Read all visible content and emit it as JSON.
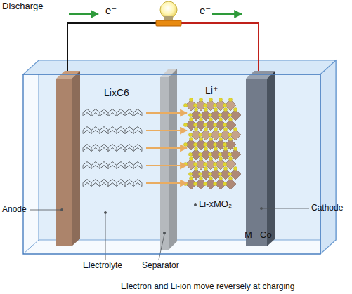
{
  "diagram": {
    "title": "Discharge",
    "caption": "Electron and Li-ion move reversely at charging",
    "labels": [
      "e⁻",
      "e⁻",
      "LixC6",
      "Li⁺",
      "Anode",
      "Li-xMO₂",
      "Cathode",
      "M= Co",
      "Electrolyte",
      "Separator"
    ]
  }
}
